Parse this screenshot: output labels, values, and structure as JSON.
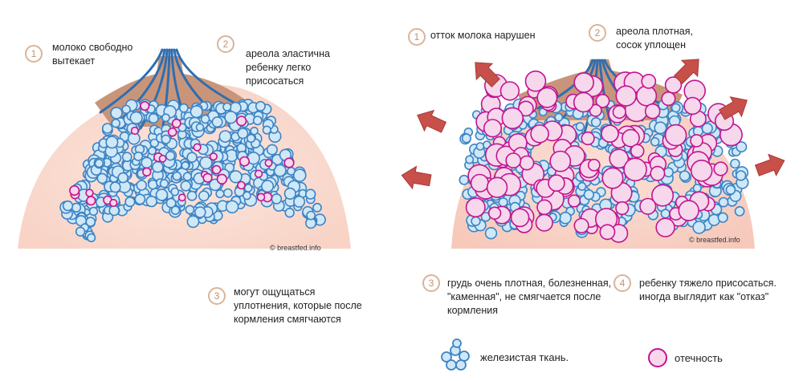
{
  "left": {
    "note1": {
      "num": "1",
      "text": "молоко свободно вытекает"
    },
    "note2": {
      "num": "2",
      "text": "ареола эластична ребенку легко присосаться"
    },
    "note3": {
      "num": "3",
      "text": "могут ощущаться уплотнения, которые после кормления смягчаются"
    },
    "credit": "© breastfed.info"
  },
  "right": {
    "note1": {
      "num": "1",
      "text": "отток молока нарушен"
    },
    "note2": {
      "num": "2",
      "text": "ареола плотная, сосок уплощен"
    },
    "note3": {
      "num": "3",
      "text": "грудь очень плотная, болезненная, \"каменная\", не смягчается после кормления"
    },
    "note4": {
      "num": "4",
      "text": "ребенку тяжело присосаться. иногда выглядит как \"отказ\""
    },
    "credit": "© breastfed.info"
  },
  "legend": {
    "gland": "железистая ткань.",
    "edema": "отечность"
  },
  "colors": {
    "skin": "#f9dcd2",
    "areola": "#c9957a",
    "duct": "#2f6eb0",
    "gland_fill": "#cfe8f7",
    "gland_stroke": "#3d83c4",
    "edema_fill": "#f6d7ec",
    "edema_stroke": "#c2148f",
    "arrow": "#c8504a",
    "number_badge": "#d9b49a"
  }
}
